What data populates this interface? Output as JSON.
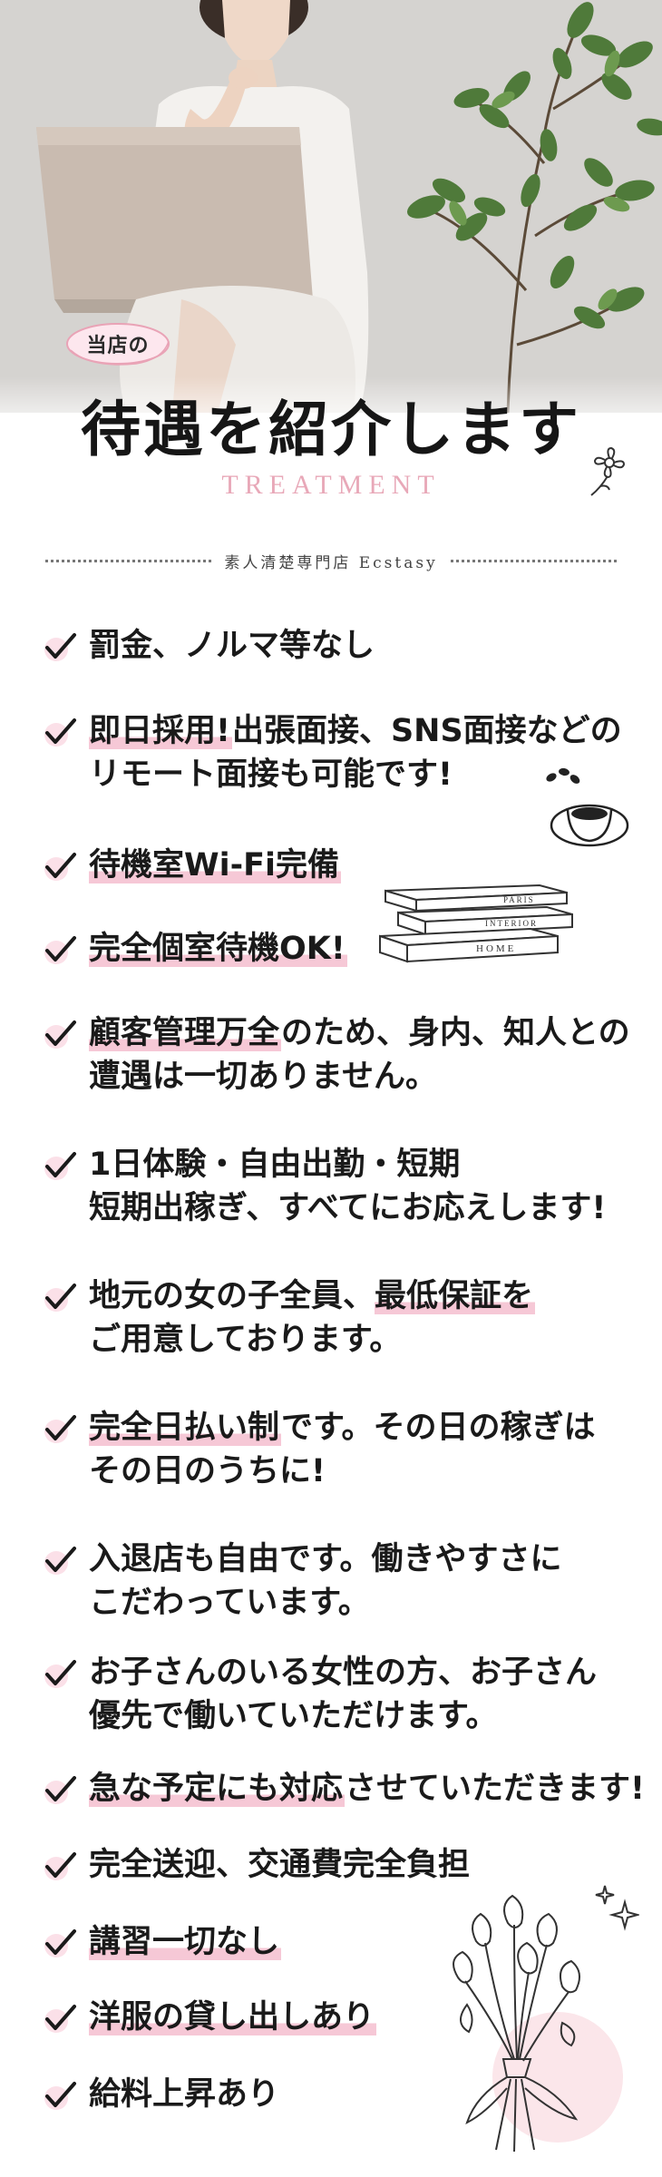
{
  "hero": {
    "badge": "当店の",
    "title": "待遇を紹介します",
    "subtitle": "TREATMENT"
  },
  "divider": {
    "text": "素人清楚専門店 Ecstasy"
  },
  "books": {
    "top": "PARIS",
    "middle": "INTERIOR",
    "bottom": "HOME"
  },
  "items": [
    {
      "highlight": "",
      "rest": "罰金、ノルマ等なし",
      "line2": ""
    },
    {
      "highlight": "即日採用!",
      "rest": "出張面接、SNS面接などの",
      "line2": "リモート面接も可能です!"
    },
    {
      "highlight": "待機室Wi-Fi完備",
      "rest": "",
      "line2": ""
    },
    {
      "highlight": "完全個室待機OK!",
      "rest": "",
      "line2": ""
    },
    {
      "highlight": "顧客管理万全",
      "rest": "のため、身内、知人との",
      "line2": "遭遇は一切ありません。"
    },
    {
      "highlight": "",
      "rest": "1日体験・自由出勤・短期",
      "line2": "短期出稼ぎ、すべてにお応えします!"
    },
    {
      "highlight_pre": "地元の女の子全員、",
      "highlight": "最低保証を",
      "rest": "",
      "line2": "ご用意しております。"
    },
    {
      "highlight": "完全日払い制",
      "rest": "です。その日の稼ぎは",
      "line2": "その日のうちに!"
    },
    {
      "highlight": "",
      "rest": "入退店も自由です。働きやすさに",
      "line2": "こだわっています。"
    },
    {
      "highlight": "",
      "rest": "お子さんのいる女性の方、お子さん",
      "line2": "優先で働いていただけます。"
    },
    {
      "highlight": "急な予定にも対応",
      "rest": "させていただきます!",
      "line2": ""
    },
    {
      "highlight": "",
      "rest": "完全送迎、交通費完全負担",
      "line2": ""
    },
    {
      "highlight": "講習一切なし",
      "rest": "",
      "line2": ""
    },
    {
      "highlight": "洋服の貸し出しあり",
      "rest": "",
      "line2": ""
    },
    {
      "highlight": "",
      "rest": "給料上昇あり",
      "line2": ""
    }
  ]
}
